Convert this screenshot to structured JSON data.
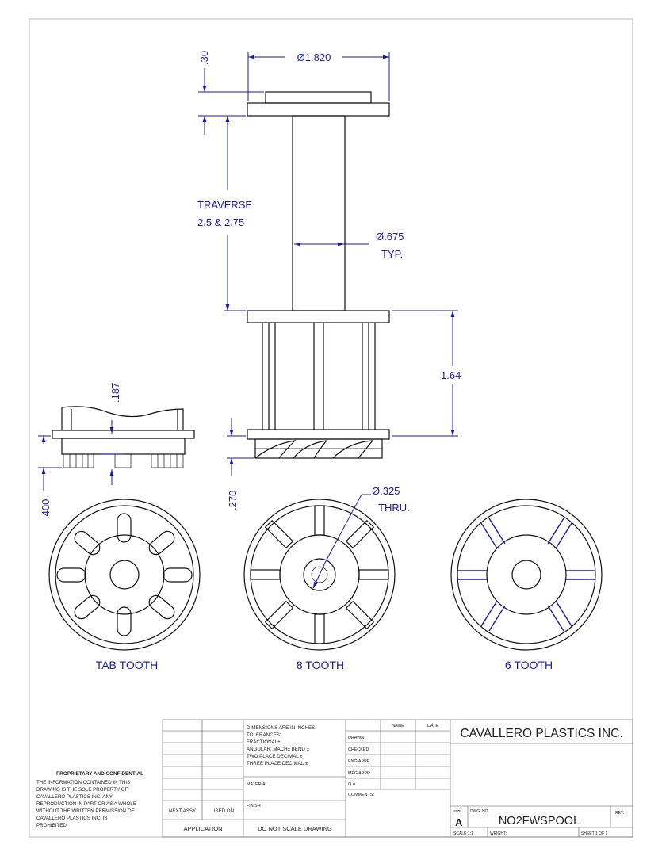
{
  "dimensions": {
    "top_dia": "Ø1.820",
    "flange_thk": ".30",
    "traverse_line1": "TRAVERSE",
    "traverse_line2": "2.5 & 2.75",
    "shaft_dia_line1": "Ø.675",
    "shaft_dia_line2": "TYP.",
    "hub_len": "1.64",
    "bottom_thk": ".270",
    "tab_depth": ".187",
    "tab_height": ".400",
    "hole_dia_line1": "Ø.325",
    "hole_dia_line2": "THRU."
  },
  "views": {
    "tab_tooth": "TAB TOOTH",
    "eight_tooth": "8 TOOTH",
    "six_tooth": "6 TOOTH"
  },
  "title_block": {
    "proprietary_title": "PROPRIETARY AND CONFIDENTIAL",
    "proprietary_lines": [
      "THE INFORMATION CONTAINED IN THIS",
      "DRAWING IS THE SOLE PROPERTY OF",
      "CAVALLERO PLASTICS INC.  ANY",
      "REPRODUCTION IN PART OR AS A WHOLE",
      "WITHOUT THE WRITTEN PERMISSION OF",
      "CAVALLERO PLASTICS INC. IS",
      "PROHIBITED."
    ],
    "next_assy": "NEXT ASSY",
    "used_on": "USED ON",
    "application": "APPLICATION",
    "dim_lines": [
      "DIMENSIONS ARE IN INCHES",
      "TOLERANCES:",
      "FRACTIONAL±",
      "ANGULAR: MACH±    BEND ±",
      "TWO PLACE DECIMAL    ±",
      "THREE PLACE DECIMAL  ±"
    ],
    "material": "MATERIAL",
    "finish": "FINISH",
    "do_not_scale": "DO  NOT  SCALE  DRAWING",
    "name": "NAME",
    "date": "DATE",
    "rows": [
      "DRAWN",
      "CHECKED",
      "ENG APPR.",
      "MFG APPR.",
      "Q.A."
    ],
    "comments": "COMMENTS:",
    "company": "CAVALLERO PLASTICS INC.",
    "size_label": "SIZE",
    "size": "A",
    "dwg_no_label": "DWG.  NO.",
    "dwg_no": "NO2FWSPOOL",
    "rev": "REV.",
    "scale": "SCALE:1:1",
    "weight": "WEIGHT:",
    "sheet": "SHEET 1 OF 1"
  }
}
